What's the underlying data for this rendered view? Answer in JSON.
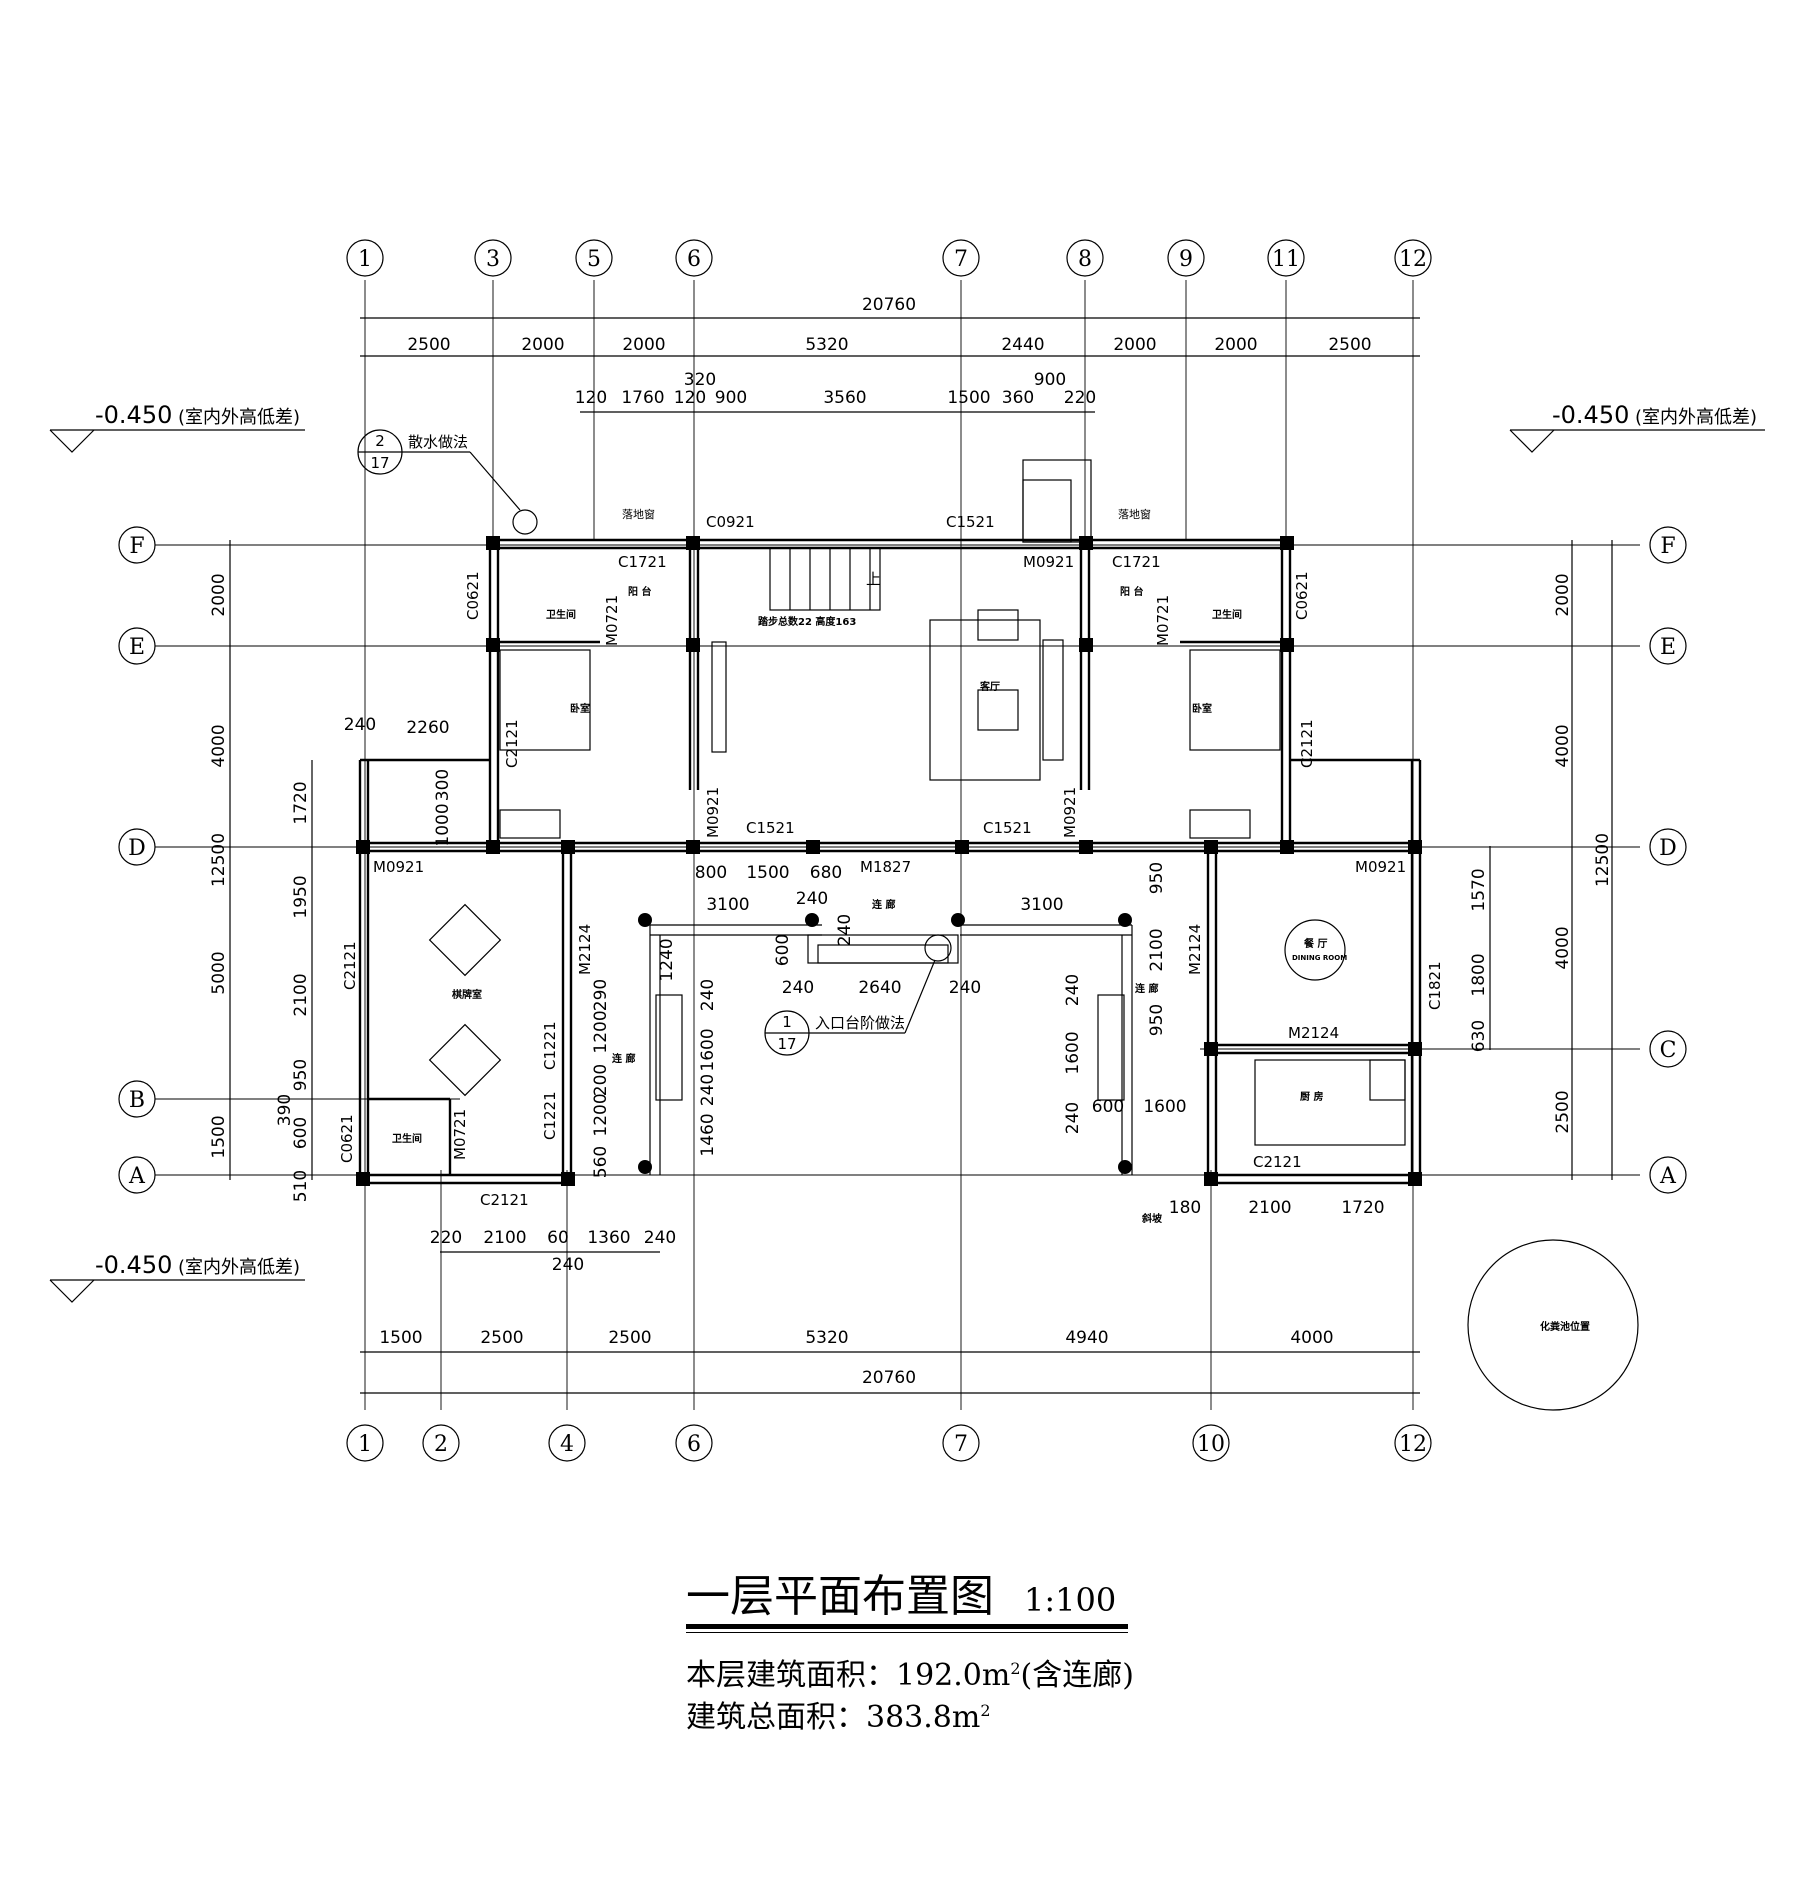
{
  "drawing": {
    "title": "一层平面布置图",
    "scale": "1:100",
    "floor_area_label": "本层建筑面积：",
    "floor_area_value": "192.0m",
    "floor_area_sup": "2",
    "floor_area_note": "(含连廊)",
    "total_area_label": "建筑总面积：",
    "total_area_value": "383.8m",
    "total_area_sup": "2"
  },
  "axes": {
    "top": [
      "1",
      "3",
      "5",
      "6",
      "7",
      "8",
      "9",
      "11",
      "12"
    ],
    "bottom": [
      "1",
      "2",
      "4",
      "6",
      "7",
      "10",
      "12"
    ],
    "left": [
      "F",
      "E",
      "D",
      "B",
      "A"
    ],
    "right": [
      "F",
      "E",
      "D",
      "C",
      "A"
    ]
  },
  "dimensions": {
    "top_total": "20760",
    "top_row1": [
      "2500",
      "2000",
      "2000",
      "5320",
      "2440",
      "2000",
      "2000",
      "2500"
    ],
    "top_row2": [
      "120",
      "1760",
      "120",
      "320",
      "900",
      "3560",
      "1500",
      "360",
      "900",
      "220"
    ],
    "bottom_total": "20760",
    "bottom_row1": [
      "1500",
      "2500",
      "2500",
      "5320",
      "4940",
      "4000"
    ],
    "bottom_row2": [
      "220",
      "2100",
      "60",
      "1360",
      "240",
      "240"
    ],
    "left_total": "12500",
    "left_row1": [
      "2000",
      "4000",
      "5000",
      "1500"
    ],
    "left_row2": [
      "1720",
      "1950",
      "2100",
      "950",
      "390",
      "600",
      "510"
    ],
    "right_total": "12500",
    "right_row1": [
      "2000",
      "4000",
      "4000",
      "2500"
    ],
    "right_row2": [
      "1570",
      "1800",
      "630"
    ],
    "misc": [
      "240",
      "2260",
      "300",
      "1000",
      "800",
      "1500",
      "680",
      "3100",
      "240",
      "240",
      "600",
      "240",
      "2640",
      "240",
      "3100",
      "1240",
      "240",
      "1600",
      "240",
      "1460",
      "290",
      "1200",
      "200",
      "1200",
      "560",
      "240",
      "1600",
      "240",
      "600",
      "1600",
      "950",
      "2100",
      "950",
      "180",
      "2100",
      "1720"
    ]
  },
  "elevations": {
    "value": "-0.450",
    "note": "(室内外高低差)"
  },
  "detail_refs": [
    {
      "num": "2",
      "sheet": "17",
      "text": "散水做法"
    },
    {
      "num": "1",
      "sheet": "17",
      "text": "入口台阶做法"
    }
  ],
  "openings": [
    "落地窗",
    "C0921",
    "C1521",
    "M0921",
    "C1721",
    "C0621",
    "M0721",
    "落地窗",
    "C1721",
    "M0721",
    "C0621",
    "C2121",
    "C2121",
    "M0921",
    "C1521",
    "M0921",
    "C1521",
    "M0921",
    "M1827",
    "M0921",
    "M2124",
    "C2121",
    "C1221",
    "C1221",
    "M0721",
    "C0621",
    "C2121",
    "M2124",
    "C1821",
    "M2124",
    "C2121"
  ],
  "rooms": [
    "卫生间",
    "阳 台",
    "卧室",
    "客厅",
    "阳 台",
    "卫生间",
    "卧室",
    "棋牌室",
    "卫生间",
    "连 廊",
    "连 廊",
    "连 廊",
    "餐 厅",
    "DINING ROOM",
    "厨 房",
    "斜坡",
    "化粪池位置"
  ],
  "stair_note": "踏步总数22 高度163",
  "stair_dir": "上"
}
